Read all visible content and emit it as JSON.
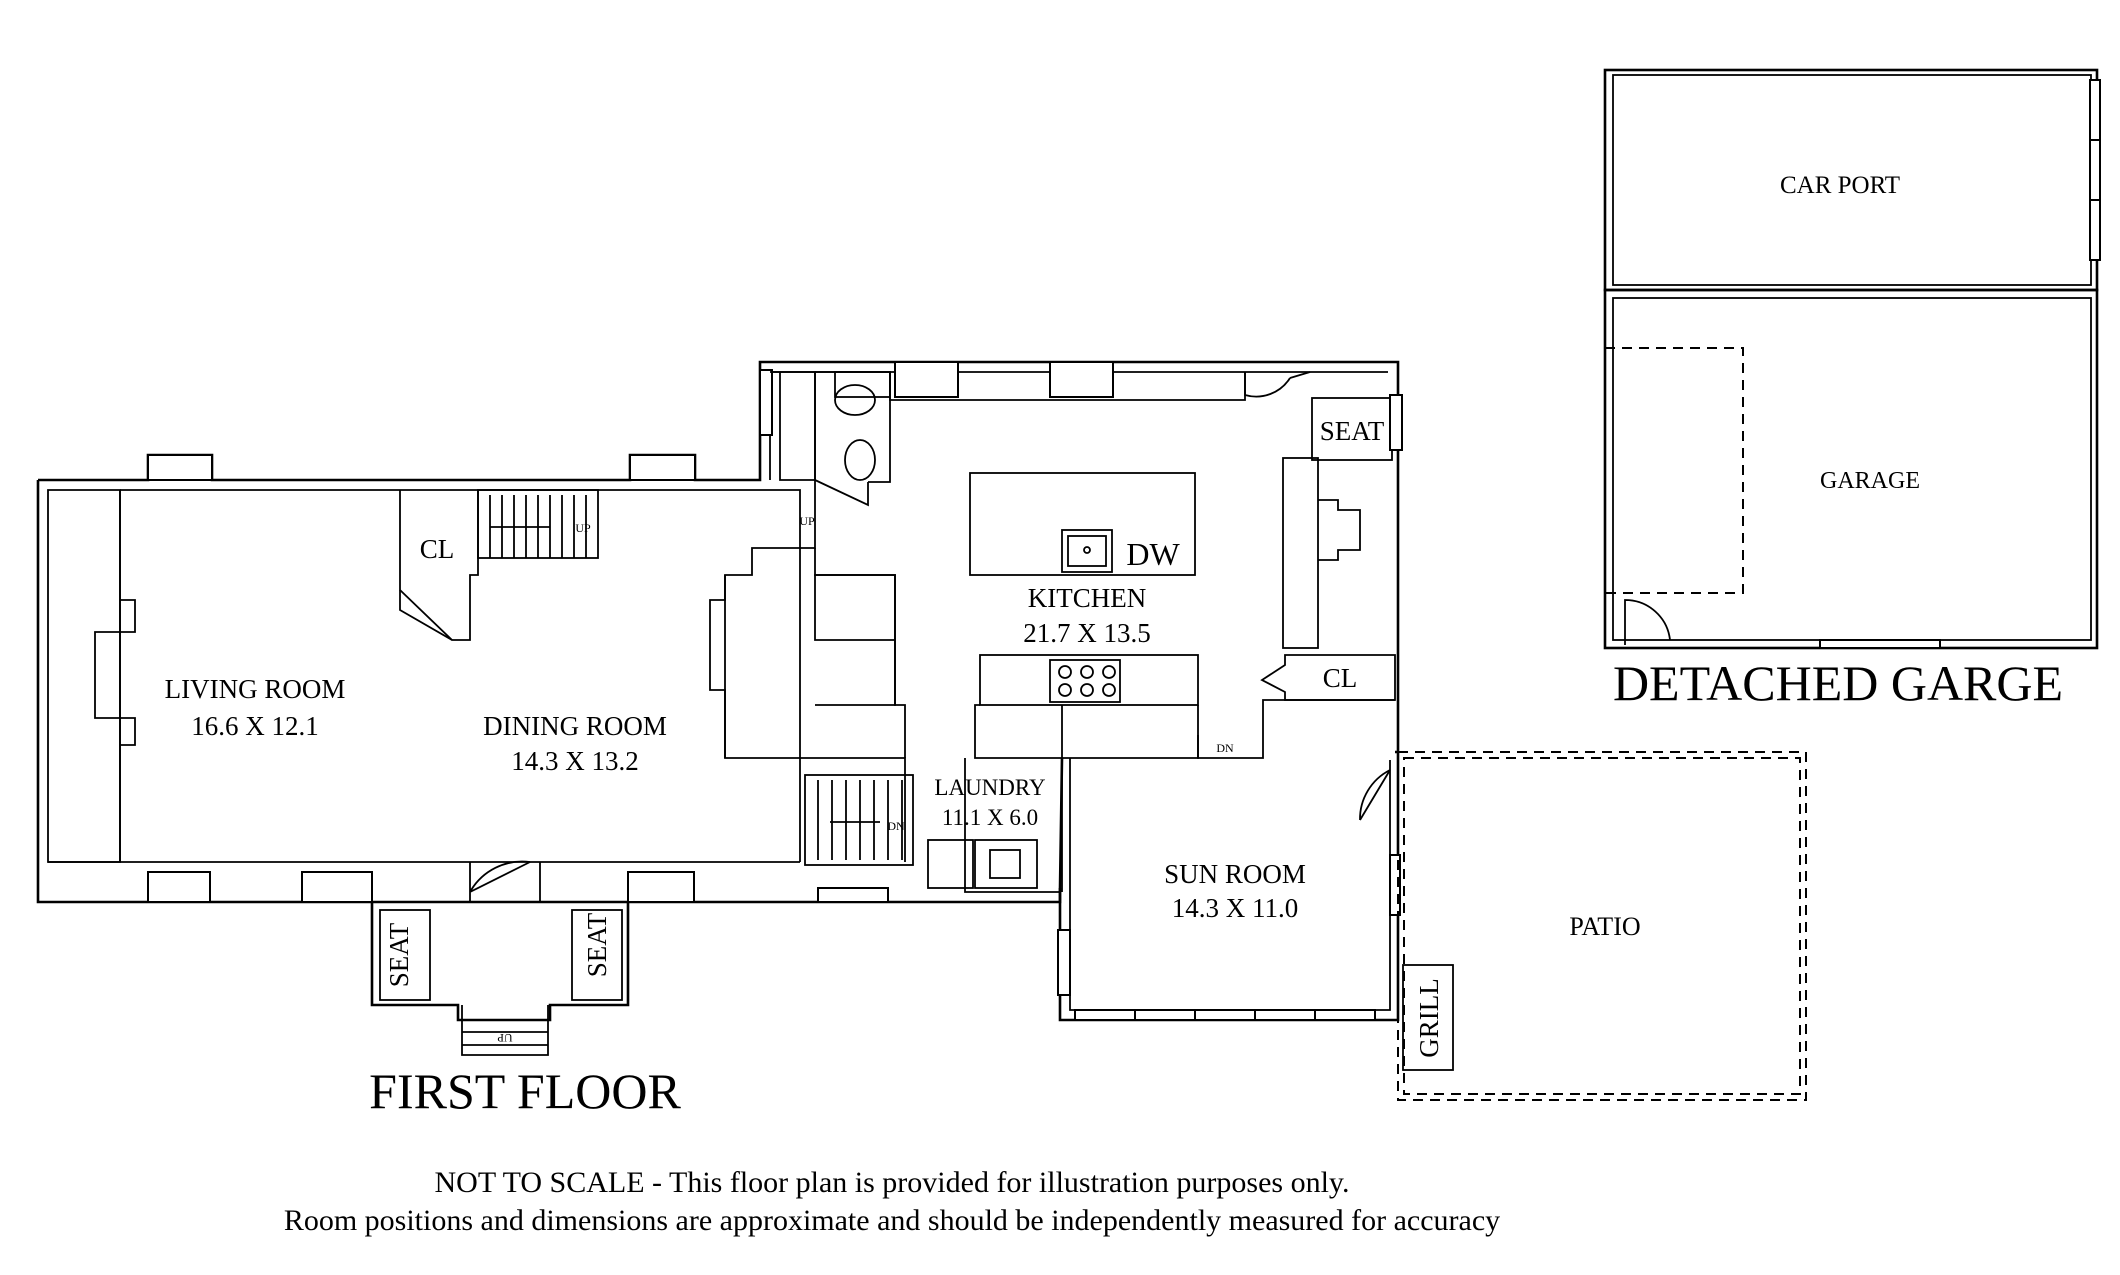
{
  "titles": {
    "first_floor": "FIRST FLOOR",
    "detached_garage": "DETACHED GARGE"
  },
  "rooms": {
    "living_room": {
      "name": "LIVING ROOM",
      "dims": "16.6 X 12.1"
    },
    "dining_room": {
      "name": "DINING ROOM",
      "dims": "14.3 X 13.2"
    },
    "kitchen": {
      "name": "KITCHEN",
      "dims": "21.7 X 13.5"
    },
    "laundry": {
      "name": "LAUNDRY",
      "dims": "11.1 X 6.0"
    },
    "sun_room": {
      "name": "SUN ROOM",
      "dims": "14.3 X 11.0"
    },
    "patio": {
      "name": "PATIO"
    },
    "car_port": {
      "name": "CAR PORT"
    },
    "garage": {
      "name": "GARAGE"
    }
  },
  "labels": {
    "cl_living": "CL",
    "cl_kitchen": "CL",
    "seat_kitchen": "SEAT",
    "seat_left": "SEAT",
    "seat_right": "SEAT",
    "grill": "GRILL",
    "dw": "DW",
    "up_stairs": "UP",
    "up_back": "UP",
    "dn_laundry": "DN",
    "dn_sunroom": "DN",
    "up_porch": "UP"
  },
  "disclaimer": {
    "line1": "NOT TO SCALE - This floor plan is provided for illustration purposes only.",
    "line2": "Room positions and dimensions are approximate and should be independently measured for accuracy"
  }
}
